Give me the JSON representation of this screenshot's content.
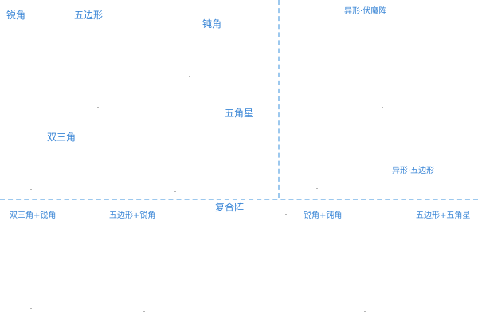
{
  "colors": {
    "label": "#3a86d6",
    "divider": "#9cc8ee",
    "background": "#ffffff"
  },
  "top_left": {
    "sharp_angle": "锐角",
    "pentagon": "五边形",
    "obtuse_angle": "钝角",
    "five_point_star": "五角星",
    "double_triangle": "双三角"
  },
  "top_right": {
    "irregular_ambush": "异形·伏魔阵",
    "irregular_pentagon": "异形·五边形"
  },
  "center": {
    "composite": "复合阵"
  },
  "bottom": {
    "double_triangle_sharp": "双三角+锐角",
    "pentagon_sharp": "五边形+锐角",
    "sharp_obtuse": "锐角+钝角",
    "pentagon_star": "五边形+五角星"
  }
}
